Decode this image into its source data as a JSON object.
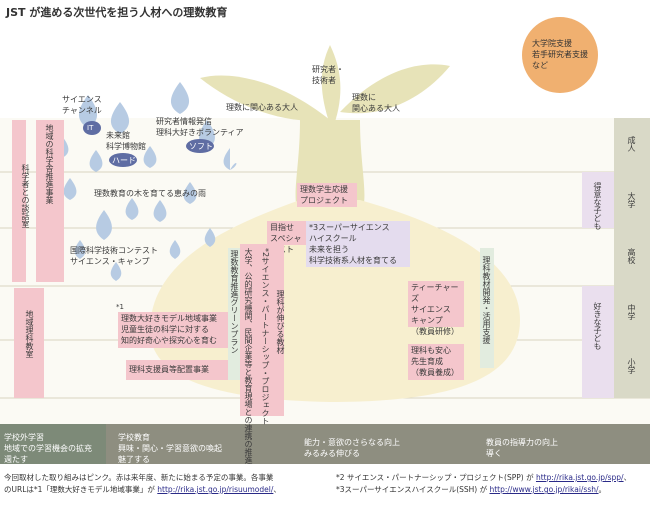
{
  "title": "JST が進める次世代を担う人材への理数教育",
  "sun_label": [
    "大学院支援",
    "若手研究者支援",
    "など"
  ],
  "drops": {
    "left_top": [
      "サイエンス",
      "チャンネル"
    ],
    "it": "IT",
    "hard_top": [
      "未来館",
      "科学博物館"
    ],
    "hard": "ハード",
    "soft_top": [
      "研究者情報発信",
      "理科大好きボランティア"
    ],
    "soft": "ソフト",
    "rain": "理数教育の木を育てる恵みの雨",
    "contest": [
      "国際科学技術コンテスト",
      "サイエンス・キャンプ"
    ]
  },
  "leaves": {
    "left": "理数に関心ある大人",
    "top": [
      "研究者・",
      "技術者"
    ],
    "right": [
      "理数に",
      "関心ある大人"
    ]
  },
  "bulb": {
    "support_project": [
      "理数学生応援",
      "プロジェクト"
    ],
    "specialist": [
      "目指せ",
      "スペシャリスト"
    ],
    "ssh": [
      "*3スーパーサイエンス",
      "ハイスクール"
    ],
    "future": [
      "未来を担う",
      "科学技術系人材を育てる"
    ],
    "teachers_camp": [
      "ティーチャーズ",
      "サイエンス",
      "キャンプ",
      "（教員研修）"
    ],
    "rika_anshin": [
      "理科も安心",
      "先生育成",
      "（教員養成）"
    ],
    "model_project": [
      "*1",
      "理数大好きモデル地域事業",
      "児童生徒の科学に対する",
      "知的好奇心や探究心を育む"
    ],
    "rika_staff": "理科支援員等配置事業"
  },
  "verticals": {
    "left_outer": "科学者との談話室",
    "left_inner": "地域の科学舎推進事業",
    "left_lower": "地域理科教室",
    "center_left": "理数教育推進グリーンプラン",
    "center_mid1": "大学、公的研究機関、民間企業等と教育現場との連携の推進",
    "center_mid2": "*2サイエンス・パートナーシップ・プロジェクト",
    "center_right": "理科が伸びる教材",
    "right_material": "理科教材開発・活用支援",
    "tokui": "得意な子ども",
    "sukina": "好きな子ども"
  },
  "levels": [
    "成人",
    "大学",
    "高校",
    "中学",
    "小学"
  ],
  "bottom": {
    "a": [
      "学校外学習",
      "地域での学習機会の拡充",
      "週たす"
    ],
    "b": [
      "学校教育",
      "興味・関心・学習意欲の喚起",
      "魅了する"
    ],
    "c": [
      "能力・意欲のさらなる向上",
      "みるみる伸びる"
    ],
    "d": [
      "教員の指導力の向上",
      "導く"
    ]
  },
  "footnote": {
    "l1": "今回取材した取り組みはピンク。赤は来年度、新たに始まる予定の事業。各事業",
    "l2a": "のURLは*1「理数大好きモデル地域事業」が ",
    "l2u": "http://rika.jst.go.jp/risuumodel/",
    "l2b": "、",
    "r1a": "*2 サイエンス・パートナーシップ・プロジェクト(SPP) が ",
    "r1u": "http://rika.jst.go.jp/spp/",
    "r1b": "、",
    "r2a": "*3スーパーサイエンスハイスクール(SSH) が ",
    "r2u": "http://www.jst.go.jp/rikai/ssh/",
    "r2b": "。"
  },
  "colors": {
    "pink": "#f4c6cc",
    "gray_band": "#8e8e80",
    "bulb": "#f7efcf",
    "stem": "#e7e3b8",
    "lavender": "#e4dcee",
    "drop": "#9fb9d8",
    "drop_dark": "#5f6da3",
    "sun": "#f0b070",
    "level_band": "#d9d9c7",
    "teal": "#3f7b70"
  }
}
